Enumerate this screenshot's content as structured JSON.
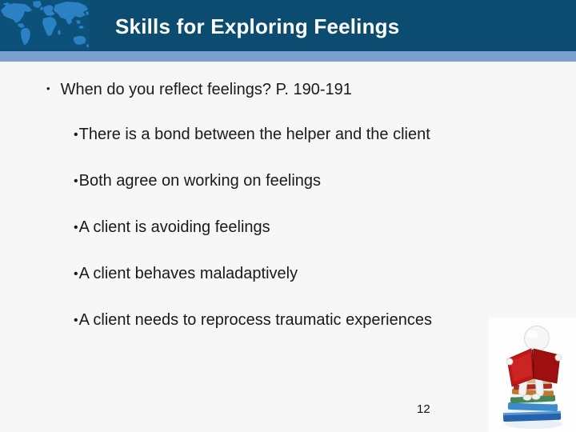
{
  "slide": {
    "title": "Skills for Exploring Feelings",
    "bullet_char": "•",
    "main_bullet": "When do you reflect feelings? P. 190-191",
    "sub_bullets": [
      "There is a bond between the helper and the client",
      "Both agree on working on feelings",
      "A client is avoiding feelings",
      "A client behaves maladaptively",
      "A client needs to reprocess traumatic experiences"
    ],
    "page_number": "12",
    "graphics": {
      "world_map": "world-map-graphic",
      "reading_figure": "figure-reading-red-book-on-stack-of-books"
    },
    "colors": {
      "header_bg": "#0B4C70",
      "accent_stripe": "#7AA0D2",
      "body_bg": "#F7F7F8",
      "map_blue": "#2B81C3",
      "title_text": "#FFFFFF",
      "body_text": "#1A1A1A",
      "book_red": "#C11717"
    }
  }
}
